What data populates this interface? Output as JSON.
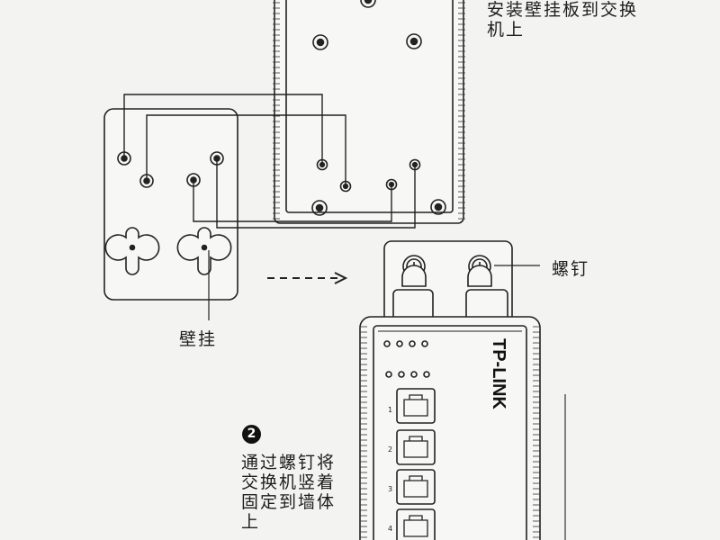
{
  "captions": {
    "top": "安装壁挂板到交换机上",
    "screw": "螺钉",
    "wall_mount": "壁挂"
  },
  "step": {
    "number": "2",
    "text": "通过螺钉将交换机竖着固定到墙体上"
  },
  "device": {
    "brand": "TP-LINK",
    "port_numbers": [
      "1",
      "2",
      "3",
      "4"
    ]
  }
}
